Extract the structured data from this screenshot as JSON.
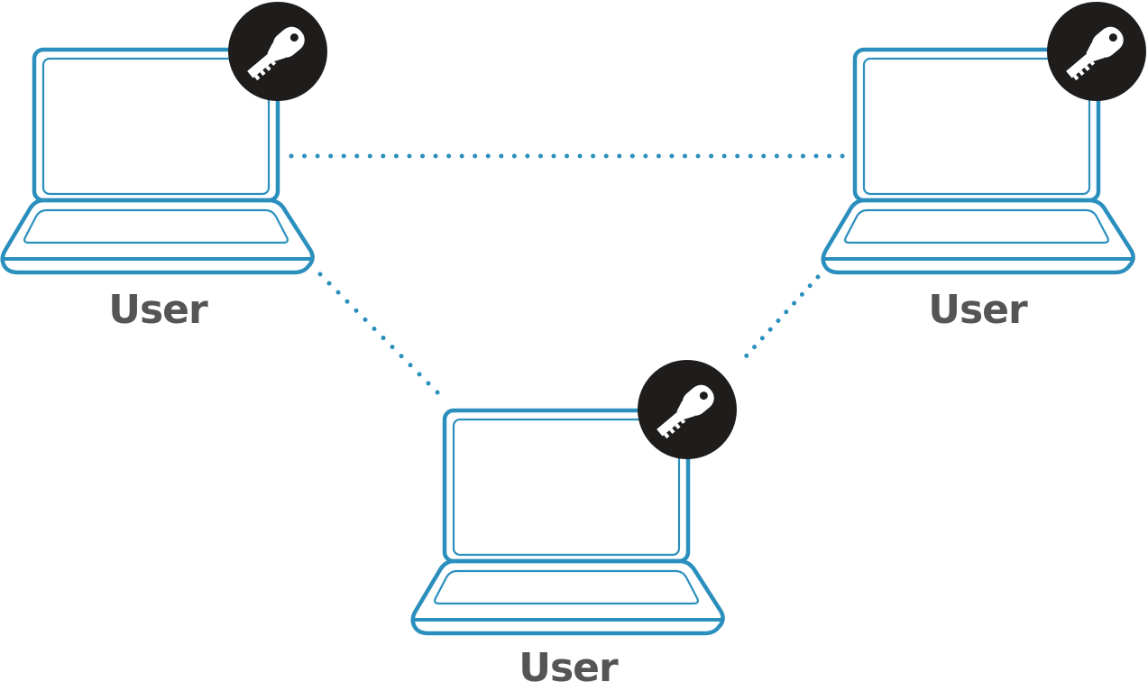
{
  "diagram": {
    "type": "peer-to-peer network",
    "colors": {
      "laptop_outline": "#2a8fbd",
      "connection_dots": "#2a8fbd",
      "key_badge_bg": "#1f1c1c",
      "key_glyph": "#ffffff",
      "label_text": "#555555",
      "background": "#ffffff"
    },
    "nodes": [
      {
        "id": "node-left",
        "label": "User",
        "device_icon": "laptop-icon",
        "badge_icon": "key-icon"
      },
      {
        "id": "node-right",
        "label": "User",
        "device_icon": "laptop-icon",
        "badge_icon": "key-icon"
      },
      {
        "id": "node-bottom",
        "label": "User",
        "device_icon": "laptop-icon",
        "badge_icon": "key-icon"
      }
    ],
    "connections": [
      {
        "from": "node-left",
        "to": "node-right",
        "style": "dotted"
      },
      {
        "from": "node-left",
        "to": "node-bottom",
        "style": "dotted"
      },
      {
        "from": "node-right",
        "to": "node-bottom",
        "style": "dotted"
      }
    ]
  }
}
